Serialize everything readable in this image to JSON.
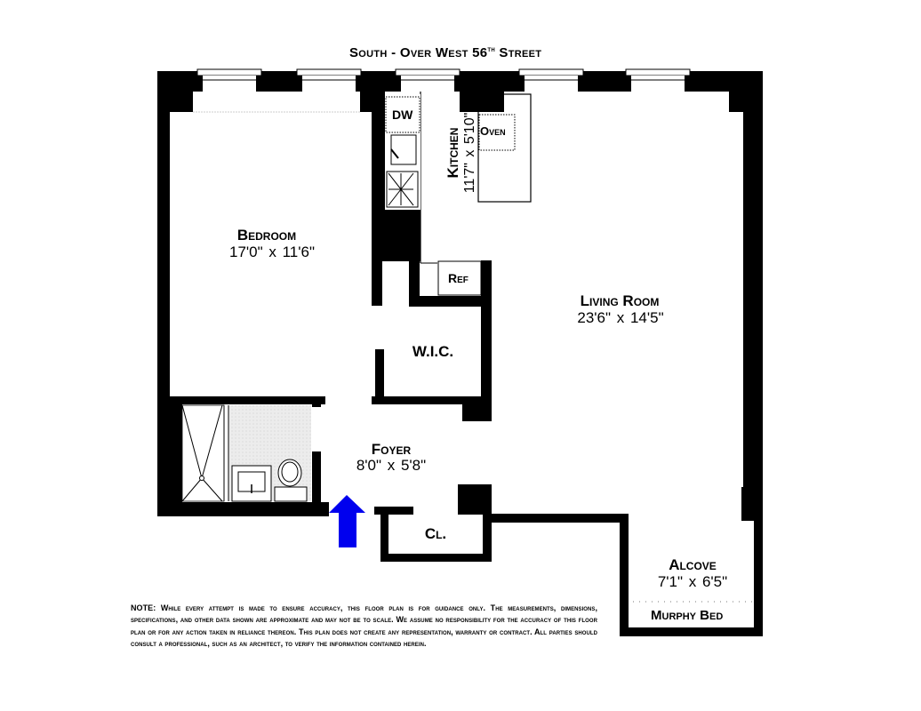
{
  "orientation_label": {
    "text": "South - Over West 56",
    "superscript": "th",
    "suffix": " Street"
  },
  "rooms": {
    "bedroom": {
      "name": "Bedroom",
      "dimensions": "17'0\"  x  11'6\""
    },
    "kitchen": {
      "name": "Kitchen",
      "dimensions": "11'7\"  x  5'10\""
    },
    "living_room": {
      "name": "Living Room",
      "dimensions": "23'6\"  x  14'5\""
    },
    "foyer": {
      "name": "Foyer",
      "dimensions": "8'0\"  x  5'8\""
    },
    "alcove": {
      "name": "Alcove",
      "dimensions": "7'1\"  x  6'5\""
    },
    "wic": {
      "name": "W.I.C."
    },
    "closet": {
      "name": "Cl."
    }
  },
  "appliances": {
    "dishwasher": "DW",
    "oven": "Oven",
    "refrigerator": "Ref",
    "murphy_bed": "Murphy Bed"
  },
  "entry_arrow": {
    "color": "#0000ee"
  },
  "colors": {
    "wall": "#000000",
    "bath_floor": "#e6e6e6",
    "background": "#ffffff"
  },
  "note": "NOTE: While every attempt is made to ensure accuracy, this floor plan is for guidance only. The measurements, dimensions, specifications, and other data shown are approximate and may not be to scale. We assume no responsibility for the accuracy of this floor plan or for any action taken in reliance thereon. This plan does not create any representation, warranty or contract. All parties should consult a professional, such as an architect, to verify the information contained herein."
}
